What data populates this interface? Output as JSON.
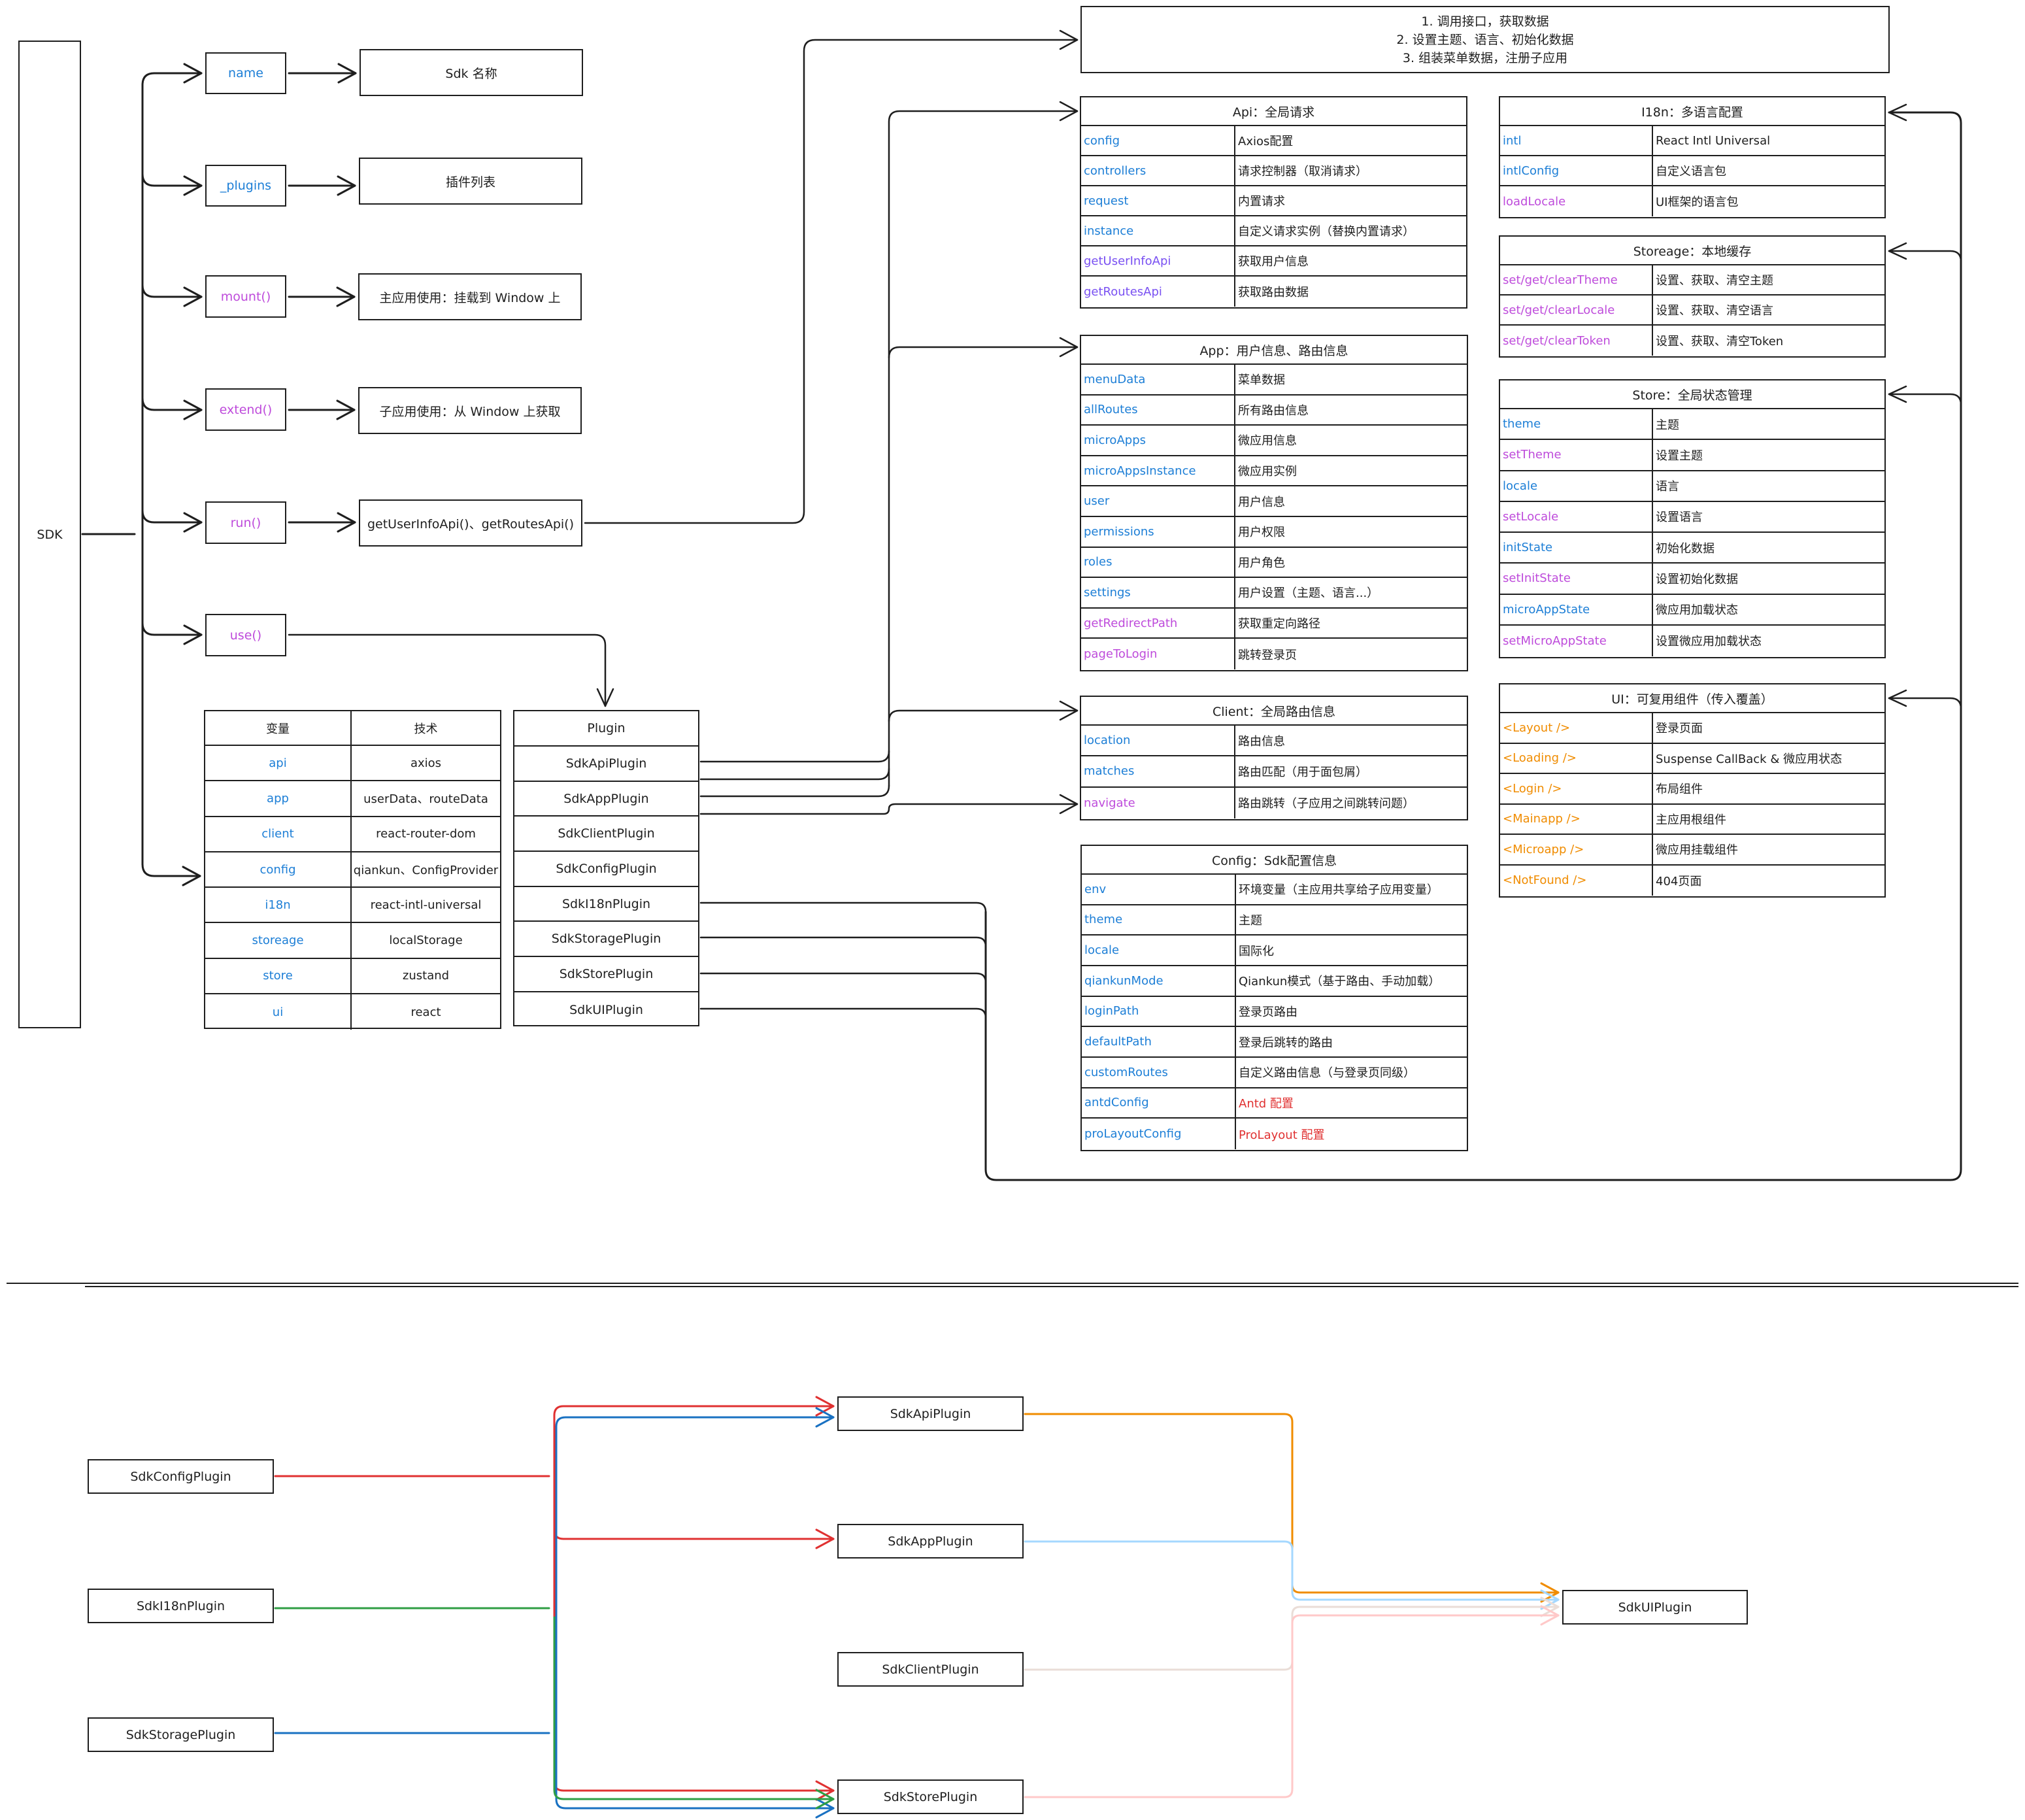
{
  "sdk": {
    "label": "SDK"
  },
  "methods": [
    {
      "key": "name",
      "label": "name",
      "color": "blue",
      "desc": "Sdk 名称"
    },
    {
      "key": "plugins",
      "label": "_plugins",
      "color": "blue",
      "desc": "插件列表"
    },
    {
      "key": "mount",
      "label": "mount()",
      "color": "magenta",
      "desc": "主应用使用：挂载到 Window 上"
    },
    {
      "key": "extend",
      "label": "extend()",
      "color": "magenta",
      "desc": "子应用使用：从 Window 上获取"
    },
    {
      "key": "run",
      "label": "run()",
      "color": "magenta",
      "desc": "getUserInfoApi()、getRoutesApi()"
    },
    {
      "key": "use",
      "label": "use()",
      "color": "magenta",
      "desc": ""
    }
  ],
  "run_steps": {
    "lines": [
      "1. 调用接口，获取数据",
      "2. 设置主题、语言、初始化数据",
      "3. 组装菜单数据，注册子应用"
    ]
  },
  "variables_table": {
    "headers": [
      "变量",
      "技术"
    ],
    "rows": [
      {
        "var": "api",
        "tech": "axios"
      },
      {
        "var": "app",
        "tech": "userData、routeData"
      },
      {
        "var": "client",
        "tech": "react-router-dom"
      },
      {
        "var": "config",
        "tech": "qiankun、ConfigProvider"
      },
      {
        "var": "i18n",
        "tech": "react-intl-universal"
      },
      {
        "var": "storeage",
        "tech": "localStorage"
      },
      {
        "var": "store",
        "tech": "zustand"
      },
      {
        "var": "ui",
        "tech": "react"
      }
    ]
  },
  "plugin_table": {
    "header": "Plugin",
    "items": [
      "SdkApiPlugin",
      "SdkAppPlugin",
      "SdkClientPlugin",
      "SdkConfigPlugin",
      "SdkI18nPlugin",
      "SdkStoragePlugin",
      "SdkStorePlugin",
      "SdkUIPlugin"
    ]
  },
  "modules": {
    "api": {
      "title": "Api：全局请求",
      "rows": [
        {
          "k": "config",
          "v": "Axios配置",
          "kc": "blue",
          "vc": "black"
        },
        {
          "k": "controllers",
          "v": "请求控制器（取消请求）",
          "kc": "blue",
          "vc": "black"
        },
        {
          "k": "request",
          "v": "内置请求",
          "kc": "blue",
          "vc": "black"
        },
        {
          "k": "instance",
          "v": "自定义请求实例（替换内置请求）",
          "kc": "blue",
          "vc": "black"
        },
        {
          "k": "getUserInfoApi",
          "v": "获取用户信息",
          "kc": "violet",
          "vc": "black"
        },
        {
          "k": "getRoutesApi",
          "v": "获取路由数据",
          "kc": "violet",
          "vc": "black"
        }
      ]
    },
    "app": {
      "title": "App：用户信息、路由信息",
      "rows": [
        {
          "k": "menuData",
          "v": "菜单数据",
          "kc": "blue",
          "vc": "black"
        },
        {
          "k": "allRoutes",
          "v": "所有路由信息",
          "kc": "blue",
          "vc": "black"
        },
        {
          "k": "microApps",
          "v": "微应用信息",
          "kc": "blue",
          "vc": "black"
        },
        {
          "k": "microAppsInstance",
          "v": "微应用实例",
          "kc": "blue",
          "vc": "black"
        },
        {
          "k": "user",
          "v": "用户信息",
          "kc": "blue",
          "vc": "black"
        },
        {
          "k": "permissions",
          "v": "用户权限",
          "kc": "blue",
          "vc": "black"
        },
        {
          "k": "roles",
          "v": "用户角色",
          "kc": "blue",
          "vc": "black"
        },
        {
          "k": "settings",
          "v": "用户设置（主题、语言...）",
          "kc": "blue",
          "vc": "black"
        },
        {
          "k": "getRedirectPath",
          "v": "获取重定向路径",
          "kc": "magenta",
          "vc": "black"
        },
        {
          "k": "pageToLogin",
          "v": "跳转登录页",
          "kc": "magenta",
          "vc": "black"
        }
      ]
    },
    "client": {
      "title": "Client：全局路由信息",
      "rows": [
        {
          "k": "location",
          "v": "路由信息",
          "kc": "blue",
          "vc": "black"
        },
        {
          "k": "matches",
          "v": "路由匹配（用于面包屑）",
          "kc": "blue",
          "vc": "black"
        },
        {
          "k": "navigate",
          "v": "路由跳转（子应用之间跳转问题）",
          "kc": "magenta",
          "vc": "black"
        }
      ]
    },
    "config": {
      "title": "Config：Sdk配置信息",
      "rows": [
        {
          "k": "env",
          "v": "环境变量（主应用共享给子应用变量）",
          "kc": "blue",
          "vc": "black"
        },
        {
          "k": "theme",
          "v": "主题",
          "kc": "blue",
          "vc": "black"
        },
        {
          "k": "locale",
          "v": "国际化",
          "kc": "blue",
          "vc": "black"
        },
        {
          "k": "qiankunMode",
          "v": "Qiankun模式（基于路由、手动加载）",
          "kc": "blue",
          "vc": "black"
        },
        {
          "k": "loginPath",
          "v": "登录页路由",
          "kc": "blue",
          "vc": "black"
        },
        {
          "k": "defaultPath",
          "v": "登录后跳转的路由",
          "kc": "blue",
          "vc": "black"
        },
        {
          "k": "customRoutes",
          "v": "自定义路由信息（与登录页同级）",
          "kc": "blue",
          "vc": "black"
        },
        {
          "k": "antdConfig",
          "v": "Antd 配置",
          "kc": "blue",
          "vc": "red"
        },
        {
          "k": "proLayoutConfig",
          "v": "ProLayout 配置",
          "kc": "blue",
          "vc": "red"
        }
      ]
    },
    "i18n": {
      "title": "I18n：多语言配置",
      "rows": [
        {
          "k": "intl",
          "v": "React Intl Universal",
          "kc": "blue",
          "vc": "black"
        },
        {
          "k": "intlConfig",
          "v": "自定义语言包",
          "kc": "blue",
          "vc": "black"
        },
        {
          "k": "loadLocale",
          "v": "UI框架的语言包",
          "kc": "magenta",
          "vc": "black"
        }
      ]
    },
    "storeage": {
      "title": "Storeage：本地缓存",
      "rows": [
        {
          "k": "set/get/clearTheme",
          "v": "设置、获取、清空主题",
          "kc": "magenta",
          "vc": "black"
        },
        {
          "k": "set/get/clearLocale",
          "v": "设置、获取、清空语言",
          "kc": "magenta",
          "vc": "black"
        },
        {
          "k": "set/get/clearToken",
          "v": "设置、获取、清空Token",
          "kc": "magenta",
          "vc": "black"
        }
      ]
    },
    "store": {
      "title": "Store：全局状态管理",
      "rows": [
        {
          "k": "theme",
          "v": "主题",
          "kc": "blue",
          "vc": "black"
        },
        {
          "k": "setTheme",
          "v": "设置主题",
          "kc": "magenta",
          "vc": "black"
        },
        {
          "k": "locale",
          "v": "语言",
          "kc": "blue",
          "vc": "black"
        },
        {
          "k": "setLocale",
          "v": "设置语言",
          "kc": "magenta",
          "vc": "black"
        },
        {
          "k": "initState",
          "v": "初始化数据",
          "kc": "blue",
          "vc": "black"
        },
        {
          "k": "setInitState",
          "v": "设置初始化数据",
          "kc": "magenta",
          "vc": "black"
        },
        {
          "k": "microAppState",
          "v": "微应用加载状态",
          "kc": "blue",
          "vc": "black"
        },
        {
          "k": "setMicroAppState",
          "v": "设置微应用加载状态",
          "kc": "magenta",
          "vc": "black"
        }
      ]
    },
    "ui": {
      "title": "UI：可复用组件（传入覆盖）",
      "rows": [
        {
          "k": "<Layout />",
          "v": "登录页面",
          "kc": "orange",
          "vc": "black"
        },
        {
          "k": "<Loading />",
          "v": "Suspense CallBack & 微应用状态",
          "kc": "orange",
          "vc": "black"
        },
        {
          "k": "<Login />",
          "v": "布局组件",
          "kc": "orange",
          "vc": "black"
        },
        {
          "k": "<Mainapp />",
          "v": "主应用根组件",
          "kc": "orange",
          "vc": "black"
        },
        {
          "k": "<Microapp />",
          "v": "微应用挂载组件",
          "kc": "orange",
          "vc": "black"
        },
        {
          "k": "<NotFound />",
          "v": "404页面",
          "kc": "orange",
          "vc": "black"
        }
      ]
    }
  },
  "dependency_graph": {
    "sources": [
      "SdkConfigPlugin",
      "SdkI18nPlugin",
      "SdkStoragePlugin"
    ],
    "middle": [
      "SdkApiPlugin",
      "SdkAppPlugin",
      "SdkClientPlugin",
      "SdkStorePlugin"
    ],
    "target": "SdkUIPlugin",
    "edges": [
      {
        "from": "SdkConfigPlugin",
        "to": "SdkApiPlugin",
        "color": "#e03131"
      },
      {
        "from": "SdkConfigPlugin",
        "to": "SdkAppPlugin",
        "color": "#e03131"
      },
      {
        "from": "SdkConfigPlugin",
        "to": "SdkStorePlugin",
        "color": "#e03131"
      },
      {
        "from": "SdkStoragePlugin",
        "to": "SdkApiPlugin",
        "color": "#1971c2"
      },
      {
        "from": "SdkStoragePlugin",
        "to": "SdkStorePlugin",
        "color": "#1971c2"
      },
      {
        "from": "SdkI18nPlugin",
        "to": "SdkStorePlugin",
        "color": "#2f9e44"
      },
      {
        "from": "SdkApiPlugin",
        "to": "SdkUIPlugin",
        "color": "#f08c00"
      },
      {
        "from": "SdkAppPlugin",
        "to": "SdkUIPlugin",
        "color": "#a5d8ff"
      },
      {
        "from": "SdkClientPlugin",
        "to": "SdkUIPlugin",
        "color": "#eaddd7"
      },
      {
        "from": "SdkStorePlugin",
        "to": "SdkUIPlugin",
        "color": "#ffc9c9"
      }
    ]
  },
  "colors": {
    "blue": "#1c7ed6",
    "violet": "#7950f2",
    "magenta": "#be4bdb",
    "orange": "#f08c00",
    "red": "#e03131",
    "black": "#1e1e1e"
  }
}
